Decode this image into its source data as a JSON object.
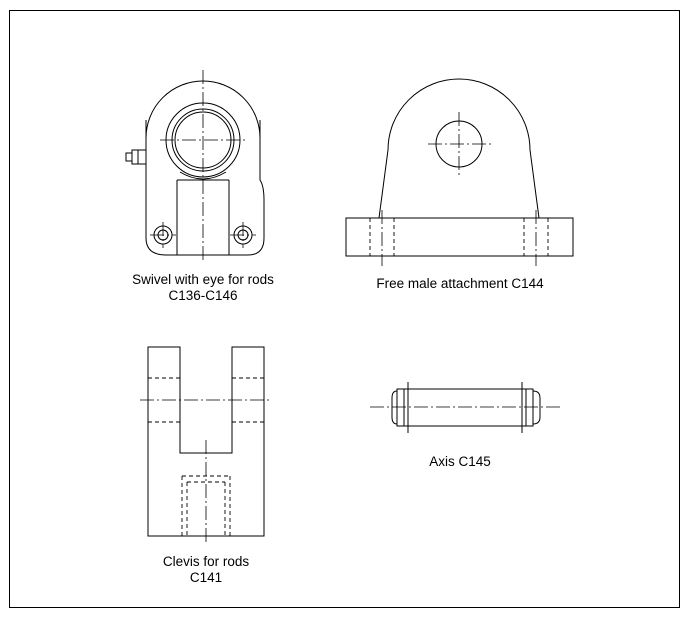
{
  "captions": {
    "swivel": {
      "line1": "Swivel with eye for rods",
      "line2": "C136-C146"
    },
    "male_attachment": {
      "line1": "Free male attachment C144"
    },
    "axis": {
      "line1": "Axis C145"
    },
    "clevis": {
      "line1": "Clevis for rods",
      "line2": "C141"
    }
  }
}
